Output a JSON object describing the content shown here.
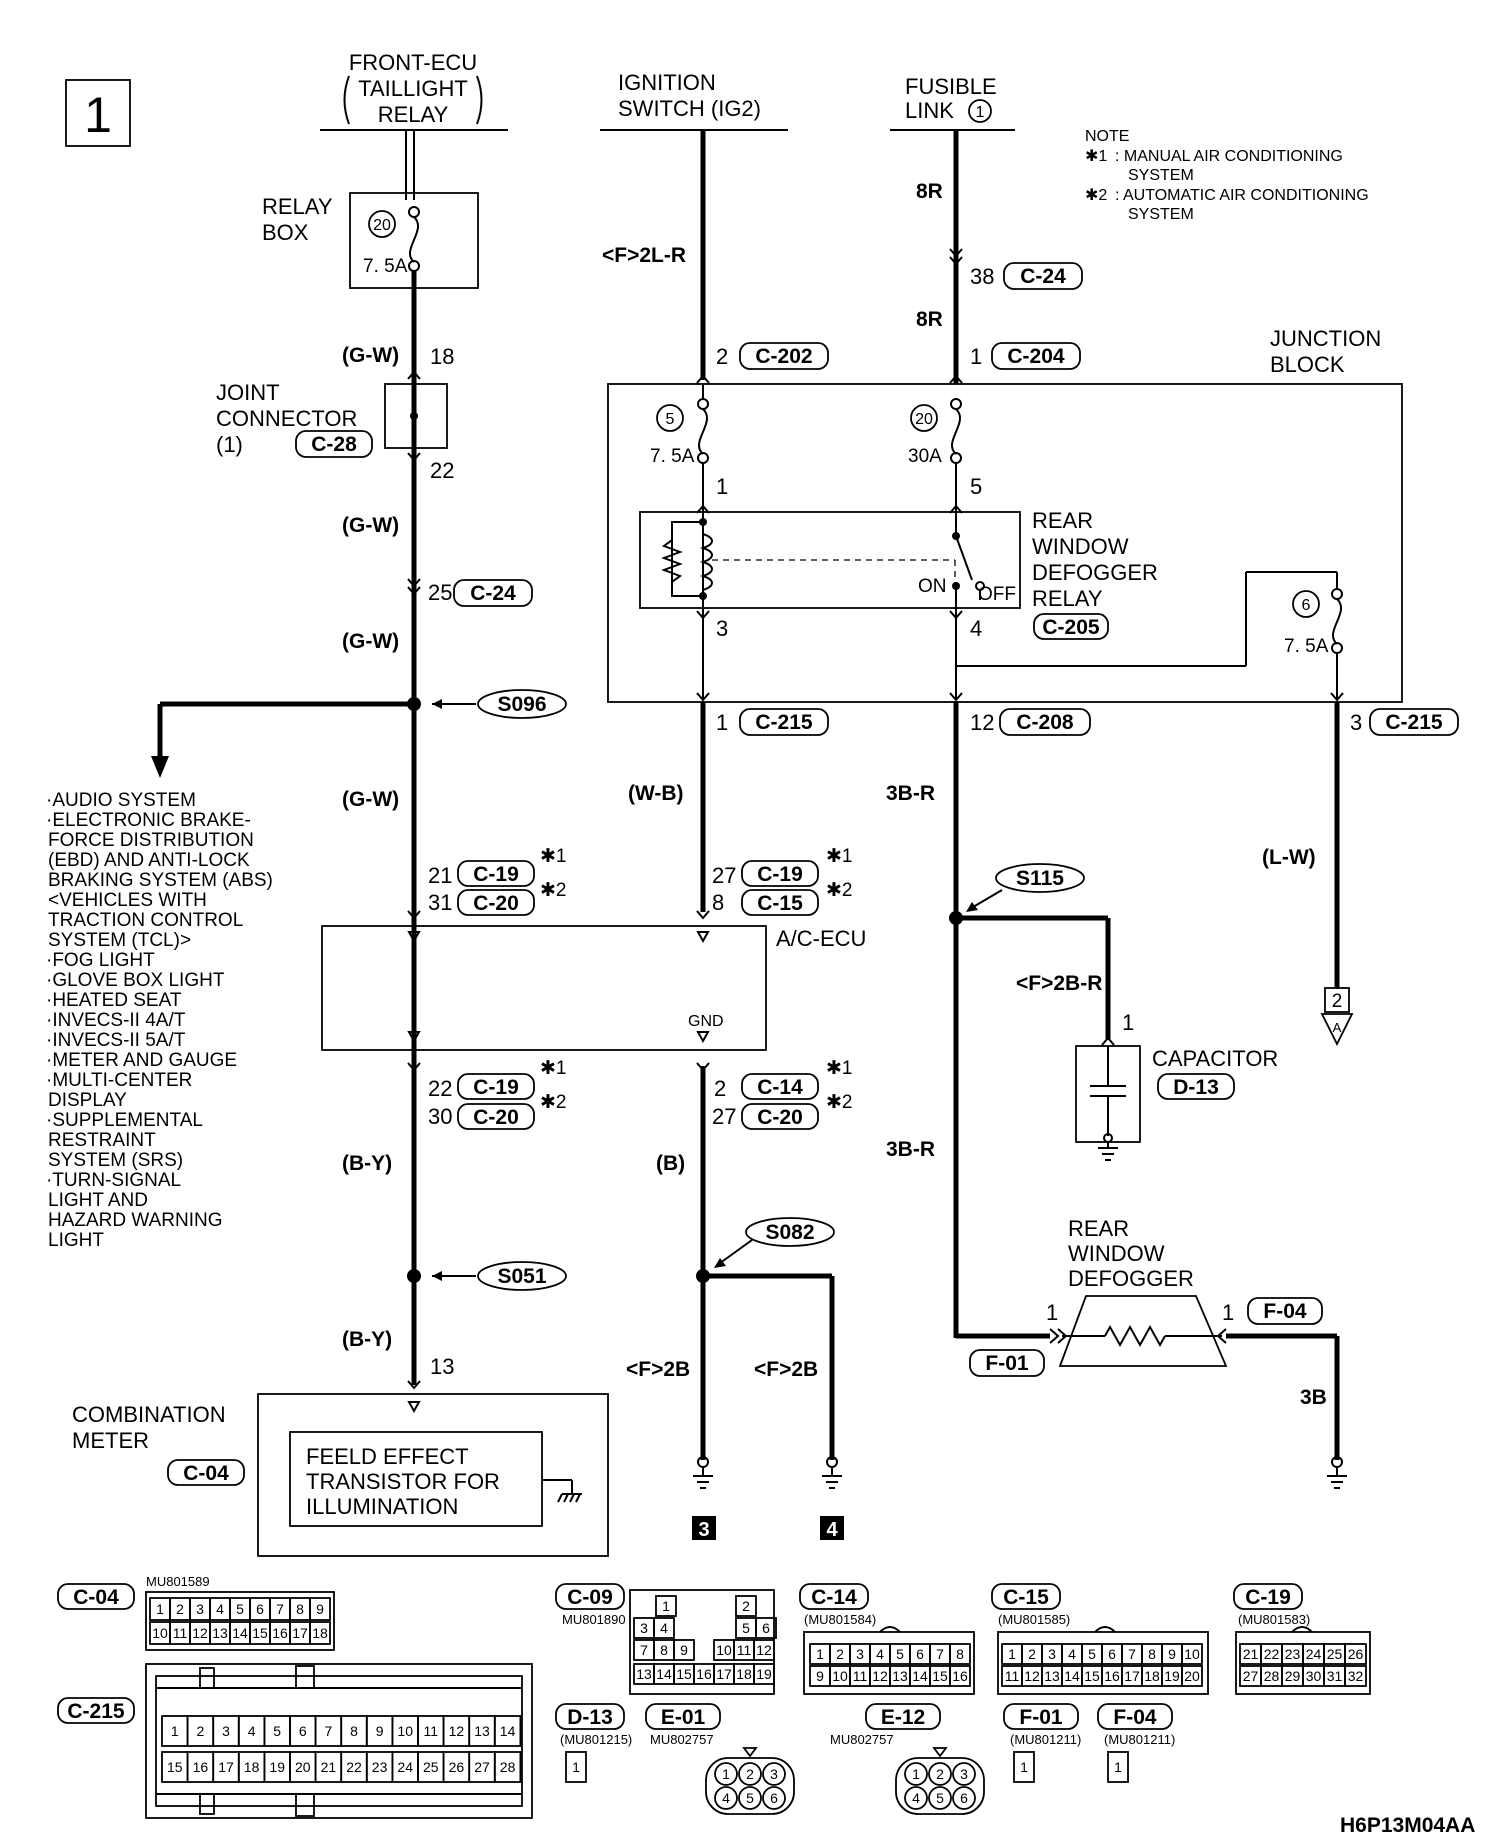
{
  "page_number": "1",
  "figure_id": "H6P13M04AA",
  "note": {
    "title": "NOTE",
    "n1_mark": "✱1",
    "n1_text": ": MANUAL AIR CONDITIONING",
    "n1_text2": "SYSTEM",
    "n2_mark": "✱2",
    "n2_text": ": AUTOMATIC AIR CONDITIONING",
    "n2_text2": "SYSTEM"
  },
  "sources": {
    "front_ecu": [
      "FRONT-ECU",
      "TAILLIGHT",
      "RELAY"
    ],
    "ignition": [
      "IGNITION",
      "SWITCH (IG2)"
    ],
    "fusible": [
      "FUSIBLE",
      "LINK"
    ],
    "fusible_num": "1"
  },
  "relay_box": {
    "label": [
      "RELAY",
      "BOX"
    ],
    "fuse_num": "20",
    "rating": "7. 5A"
  },
  "joint_connector": {
    "label": [
      "JOINT",
      "CONNECTOR",
      "(1)"
    ],
    "code": "C-28"
  },
  "junction_block": {
    "label": [
      "JUNCTION",
      "BLOCK"
    ],
    "fuse5": "5",
    "fuse5_rating": "7. 5A",
    "fuse20": "20",
    "fuse20_rating": "30A",
    "fuse6": "6",
    "fuse6_rating": "7. 5A"
  },
  "relay": {
    "label": [
      "REAR",
      "WINDOW",
      "DEFOGGER",
      "RELAY"
    ],
    "code": "C-205",
    "on": "ON",
    "off": "OFF"
  },
  "pins": {
    "p18": "18",
    "p22": "22",
    "p25": "25",
    "p2": "2",
    "p1": "1",
    "p3": "3",
    "p5": "5",
    "p4": "4",
    "p38": "38",
    "p1b": "1",
    "p1c": "1",
    "p12": "12",
    "p3b": "3",
    "p21": "21",
    "p31": "31",
    "p27": "27",
    "p8": "8",
    "p22b": "22",
    "p30": "30",
    "p2b": "2",
    "p27b": "27",
    "p13": "13",
    "p1cap": "1",
    "p1d": "1",
    "p1e": "1"
  },
  "wires": {
    "gw": "(G-W)",
    "wb": "(W-B)",
    "by": "(B-Y)",
    "b": "(B)",
    "lw": "(L-W)",
    "f2lr": "<F>2L-R",
    "r8": "8R",
    "b3r": "3B-R",
    "f2br": "<F>2B-R",
    "f2b": "<F>2B",
    "b3": "3B"
  },
  "connectors": {
    "c24": "C-24",
    "c202": "C-202",
    "c204": "C-204",
    "c215": "C-215",
    "c208": "C-208",
    "c19": "C-19",
    "c20": "C-20",
    "c15": "C-15",
    "c14": "C-14",
    "c04": "C-04",
    "d13": "D-13",
    "f01": "F-01",
    "f04": "F-04",
    "c09": "C-09",
    "e01": "E-01",
    "e12": "E-12"
  },
  "marks": {
    "s1": "✱1",
    "s2": "✱2"
  },
  "splices": {
    "s096": "S096",
    "s115": "S115",
    "s051": "S051",
    "s082": "S082"
  },
  "ecu": {
    "label": "A/C-ECU",
    "gnd": "GND"
  },
  "capacitor": {
    "label": "CAPACITOR",
    "code": "D-13"
  },
  "defogger": [
    "REAR",
    "WINDOW",
    "DEFOGGER"
  ],
  "meter": {
    "label": [
      "COMBINATION",
      "METER"
    ],
    "code": "C-04",
    "fet": [
      "FEELD EFFECT",
      "TRANSISTOR FOR",
      "ILLUMINATION"
    ]
  },
  "arrow_target": "2",
  "arrow_sub": "A",
  "grounds": {
    "g3": "3",
    "g4": "4"
  },
  "system_list": [
    "·AUDIO SYSTEM",
    "·ELECTRONIC BRAKE-",
    "FORCE DISTRIBUTION",
    "(EBD) AND ANTI-LOCK",
    "BRAKING SYSTEM (ABS)",
    "<VEHICLES WITH",
    "TRACTION CONTROL",
    "SYSTEM (TCL)>",
    "·FOG LIGHT",
    "·GLOVE BOX LIGHT",
    "·HEATED SEAT",
    "·INVECS-II 4A/T",
    "·INVECS-II 5A/T",
    "·METER AND GAUGE",
    "·MULTI-CENTER",
    "DISPLAY",
    "·SUPPLEMENTAL",
    "RESTRAINT",
    "SYSTEM (SRS)",
    "·TURN-SIGNAL",
    "LIGHT AND",
    "HAZARD WARNING",
    "LIGHT"
  ],
  "parts": {
    "c04": "MU801589",
    "c09": "MU801890",
    "c14": "(MU801584)",
    "c15": "(MU801585)",
    "c19": "(MU801583)",
    "d13": "(MU801215)",
    "e01": "MU802757",
    "e12": "MU802757",
    "f01": "(MU801211)",
    "f04": "(MU801211)"
  },
  "pin_layouts": {
    "c04_r1": [
      "1",
      "2",
      "3",
      "4",
      "5",
      "6",
      "7",
      "8",
      "9"
    ],
    "c04_r2": [
      "10",
      "11",
      "12",
      "13",
      "14",
      "15",
      "16",
      "17",
      "18"
    ],
    "c215_r1": [
      "1",
      "2",
      "3",
      "4",
      "5",
      "6",
      "7",
      "8",
      "9",
      "10",
      "11",
      "12",
      "13",
      "14"
    ],
    "c215_r2": [
      "15",
      "16",
      "17",
      "18",
      "19",
      "20",
      "21",
      "22",
      "23",
      "24",
      "25",
      "26",
      "27",
      "28"
    ],
    "c09_r0": [
      "1",
      "2"
    ],
    "c09_r1": [
      "3",
      "4",
      "5",
      "6"
    ],
    "c09_r2": [
      "7",
      "8",
      "9",
      "10",
      "11",
      "12"
    ],
    "c09_r3": [
      "13",
      "14",
      "15",
      "16",
      "17",
      "18",
      "19"
    ],
    "c14_r1": [
      "1",
      "2",
      "3",
      "4",
      "5",
      "6",
      "7",
      "8"
    ],
    "c14_r2": [
      "9",
      "10",
      "11",
      "12",
      "13",
      "14",
      "15",
      "16"
    ],
    "c15_r1": [
      "1",
      "2",
      "3",
      "4",
      "5",
      "6",
      "7",
      "8",
      "9",
      "10"
    ],
    "c15_r2": [
      "11",
      "12",
      "13",
      "14",
      "15",
      "16",
      "17",
      "18",
      "19",
      "20"
    ],
    "c19_r1": [
      "21",
      "22",
      "23",
      "24",
      "25",
      "26"
    ],
    "c19_r2": [
      "27",
      "28",
      "29",
      "30",
      "31",
      "32"
    ],
    "one": "1",
    "e_top": [
      "1",
      "2",
      "3"
    ],
    "e_bot": [
      "4",
      "5",
      "6"
    ]
  }
}
